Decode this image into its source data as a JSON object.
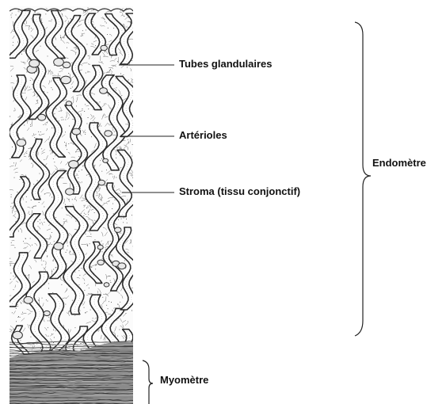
{
  "labels": {
    "tubes": "Tubes glandulaires",
    "arterioles": "Artérioles",
    "stroma": "Stroma (tissu conjonctif)",
    "endometre": "Endomètre",
    "myometre": "Myomètre"
  },
  "colors": {
    "ink": "#2b2b2b",
    "stroma_ink": "#6f6f6f",
    "muscle_ink": "#3a3a3a",
    "background": "#ffffff"
  }
}
